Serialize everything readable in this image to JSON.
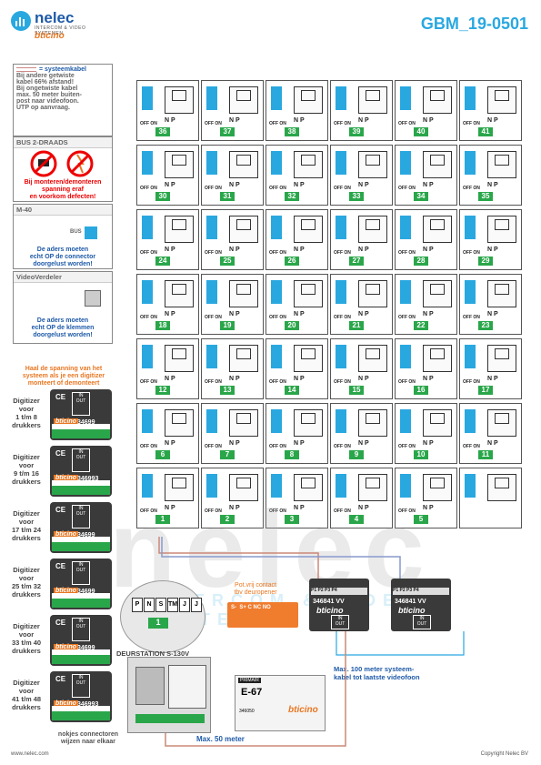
{
  "header": {
    "brand": "nelec",
    "brand_sub": "INTERCOM & VIDEO SYSTEMEN",
    "partner": "bticino",
    "doc_code": "GBM_19-0501"
  },
  "legend": {
    "cable_title": "= systeemkabel",
    "cable_lines": [
      "Bij andere getwiste",
      "kabel 66% afstand!",
      "Bij ongetwiste kabel",
      "max. 50 meter buiten-",
      "post naar videofoon.",
      "UTP op aanvraag."
    ],
    "bus_title": "BUS 2-DRAADS",
    "bus_warning": [
      "Bij monteren/demonteren",
      "spanning eraf",
      "en voorkom defecten!"
    ],
    "m40_title": "M-40",
    "m40_bus": "BUS",
    "m40_note": [
      "De aders moeten",
      "echt OP de connector",
      "doorgelust worden!"
    ],
    "vv_title": "VideoVerdeler",
    "vv_note": [
      "De aders moeten",
      "echt OP de klemmen",
      "doorgelust worden!"
    ]
  },
  "power_note": [
    "Haal de spanning van het",
    "systeem als je een digitizer",
    "monteert of demonteert"
  ],
  "digitizers": [
    {
      "label": [
        "Digitizer",
        "voor",
        "1 t/m 8",
        "drukkers"
      ],
      "code": "34699"
    },
    {
      "label": [
        "Digitizer",
        "voor",
        "9 t/m 16",
        "drukkers"
      ],
      "code": "346993"
    },
    {
      "label": [
        "Digitizer",
        "voor",
        "17 t/m 24",
        "drukkers"
      ],
      "code": "34699"
    },
    {
      "label": [
        "Digitizer",
        "voor",
        "25 t/m 32",
        "drukkers"
      ],
      "code": "34699"
    },
    {
      "label": [
        "Digitizer",
        "voor",
        "33 t/m 40",
        "drukkers"
      ],
      "code": "34699"
    },
    {
      "label": [
        "Digitizer",
        "voor",
        "41 t/m 48",
        "drukkers"
      ],
      "code": "346993"
    }
  ],
  "digitizer_ce": "CE",
  "digitizer_in": "IN",
  "digitizer_out": "OUT",
  "notches_note": [
    "nokjes connectoren",
    "wijzen naar elkaar"
  ],
  "grid": {
    "np_label": "N  P",
    "offon_label": "OFF ON",
    "rows": [
      [
        "36",
        "37",
        "38",
        "39",
        "40",
        "41"
      ],
      [
        "30",
        "31",
        "32",
        "33",
        "34",
        "35"
      ],
      [
        "24",
        "25",
        "26",
        "27",
        "28",
        "29"
      ],
      [
        "18",
        "19",
        "20",
        "21",
        "22",
        "23"
      ],
      [
        "12",
        "13",
        "14",
        "15",
        "16",
        "17"
      ],
      [
        "6",
        "7",
        "8",
        "9",
        "10",
        "11"
      ],
      [
        "1",
        "2",
        "3",
        "4",
        "5",
        ""
      ]
    ]
  },
  "watermark": "nelec",
  "watermark_sub": "INTERCOM & VIDEO SYSTEMEN",
  "terminal_labels": [
    "P",
    "N",
    "S",
    "TM",
    "J",
    "J"
  ],
  "terminal_num": "1",
  "doorstation": "DEURSTATION S-130V",
  "potvrij": [
    "Pot.vrij contact",
    "tbv deuropener"
  ],
  "relay_terms": "S-  S+ C NC NO",
  "vv_units": [
    {
      "ports": "P1 P2 P3 P4",
      "code": "346841",
      "vv": "VV",
      "brand": "bticino",
      "in": "IN",
      "out": "OUT"
    },
    {
      "ports": "P1 P2 P3 P4",
      "code": "346841",
      "vv": "VV",
      "brand": "bticino",
      "in": "IN",
      "out": "OUT"
    }
  ],
  "psu": {
    "primair": "PRIMAIR",
    "model": "E-67",
    "code": "346050",
    "brand": "bticino"
  },
  "max100": [
    "Max. 100 meter systeem-",
    "kabel tot laatste videofoon"
  ],
  "max50": "Max. 50 meter",
  "footer_left": "www.nelec.com",
  "footer_right": "Copyright Nelec BV",
  "colors": {
    "accent": "#29a8e0",
    "brand": "#1e5aa8",
    "warn": "#e00000",
    "orange": "#e87722",
    "green": "#2aa64a"
  }
}
